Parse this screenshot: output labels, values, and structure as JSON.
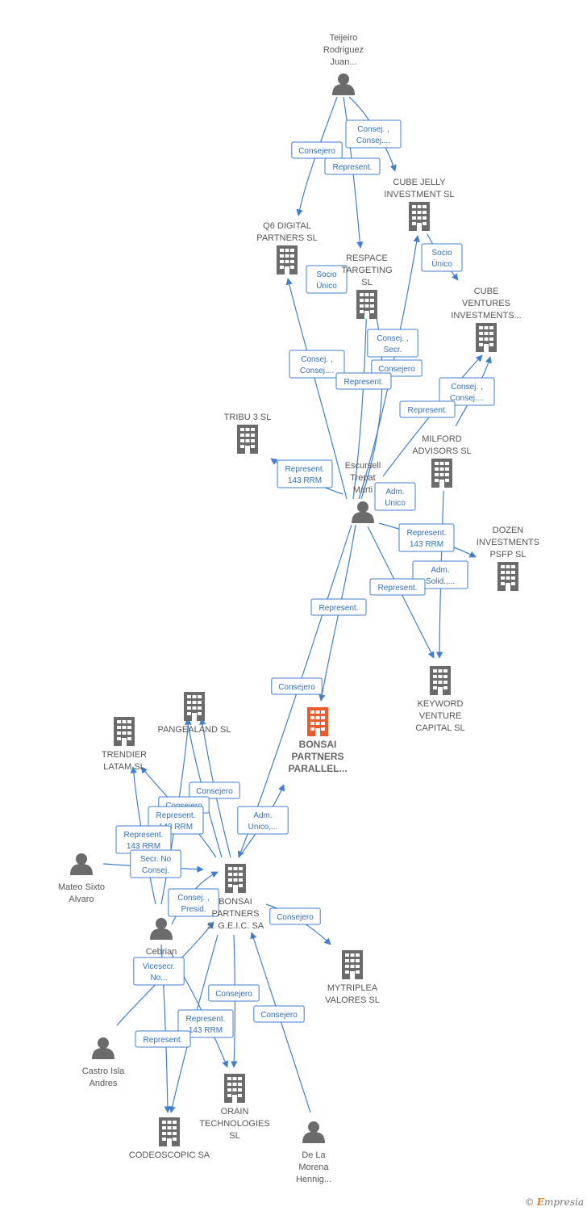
{
  "colors": {
    "edge": "#3f7fd0",
    "node": "#6b6b6b",
    "focus": "#ef5a2a",
    "badge_text": "#2f6fc0"
  },
  "nodes": {
    "teijeiro": {
      "label": [
        "Teijeiro",
        "Rodriguez",
        "Juan..."
      ],
      "kind": "person"
    },
    "cubejelly": {
      "label": [
        "CUBE JELLY",
        "INVESTMENT SL"
      ],
      "kind": "company"
    },
    "q6": {
      "label": [
        "Q6 DIGITAL",
        "PARTNERS  SL"
      ],
      "kind": "company"
    },
    "respace": {
      "label": [
        "RESPACE",
        "TARGETING",
        "SL"
      ],
      "kind": "company"
    },
    "cubeventures": {
      "label": [
        "CUBE",
        "VENTURES",
        "INVESTMENTS..."
      ],
      "kind": "company"
    },
    "tribu3": {
      "label": [
        "TRIBU 3  SL"
      ],
      "kind": "company"
    },
    "milford": {
      "label": [
        "MILFORD",
        "ADVISORS SL"
      ],
      "kind": "company"
    },
    "escursell": {
      "label": [
        "Escursell",
        "Trepat",
        "Marti"
      ],
      "kind": "person"
    },
    "dozen": {
      "label": [
        "DOZEN",
        "INVESTMENTS",
        "PSFP  SL"
      ],
      "kind": "company"
    },
    "keyword": {
      "label": [
        "KEYWORD",
        "VENTURE",
        "CAPITAL  SL"
      ],
      "kind": "company"
    },
    "bonsaiparallel": {
      "label": [
        "BONSAI",
        "PARTNERS",
        "PARALLEL..."
      ],
      "kind": "focus"
    },
    "pangealand": {
      "label": [
        "PANGEALAND SL"
      ],
      "kind": "company"
    },
    "trendier": {
      "label": [
        "TRENDIER",
        "LATAM  SL"
      ],
      "kind": "company"
    },
    "mateo": {
      "label": [
        "Mateo Sixto",
        "Alvaro"
      ],
      "kind": "person"
    },
    "bonsaisgeic": {
      "label": [
        "BONSAI",
        "PARTNERS",
        "S. G.E.I.C. SA"
      ],
      "kind": "company"
    },
    "cebrian": {
      "label": [
        "Cebrian"
      ],
      "kind": "person"
    },
    "mytriplea": {
      "label": [
        "MYTRIPLEA",
        "VALORES  SL"
      ],
      "kind": "company"
    },
    "castro": {
      "label": [
        "Castro Isla",
        "Andres"
      ],
      "kind": "person"
    },
    "orain": {
      "label": [
        "ORAIN",
        "TECHNOLOGIES",
        "SL"
      ],
      "kind": "company"
    },
    "codeoscopic": {
      "label": [
        "CODEOSCOPIC SA"
      ],
      "kind": "company"
    },
    "delamorena": {
      "label": [
        "De La",
        "Morena",
        "Hennig..."
      ],
      "kind": "person"
    }
  },
  "badges": [
    [
      "Consej. ,",
      "Consej...."
    ],
    [
      "Consejero"
    ],
    [
      "Represent."
    ],
    [
      "Socio",
      "Único"
    ],
    [
      "Socio",
      "Único"
    ],
    [
      "Consej. ,",
      "Secr."
    ],
    [
      "Consejero"
    ],
    [
      "Consej. ,",
      "Consej...."
    ],
    [
      "Represent."
    ],
    [
      "Consej. ,",
      "Consej...."
    ],
    [
      "Represent."
    ],
    [
      "Represent.",
      "143 RRM"
    ],
    [
      "Adm.",
      "Unico"
    ],
    [
      "Represent.",
      "143 RRM"
    ],
    [
      "Adm.",
      "Solid.,..."
    ],
    [
      "Represent."
    ],
    [
      "Represent."
    ],
    [
      "Consejero"
    ],
    [
      "Consejero"
    ],
    [
      "Consejero"
    ],
    [
      "Represent.",
      "143 RRM"
    ],
    [
      "Adm.",
      "Unico,..."
    ],
    [
      "Represent.",
      "143 RRM"
    ],
    [
      "Secr.  No",
      "Consej."
    ],
    [
      "Consej. ,",
      "Presid."
    ],
    [
      "Consejero"
    ],
    [
      "Vicesecr.",
      "No..."
    ],
    [
      "Consejero"
    ],
    [
      "Represent.",
      "143 RRM"
    ],
    [
      "Consejero"
    ],
    [
      "Represent."
    ]
  ],
  "watermark": {
    "symbol": "©",
    "brand_initial": "E",
    "brand_rest": "mpresia"
  }
}
